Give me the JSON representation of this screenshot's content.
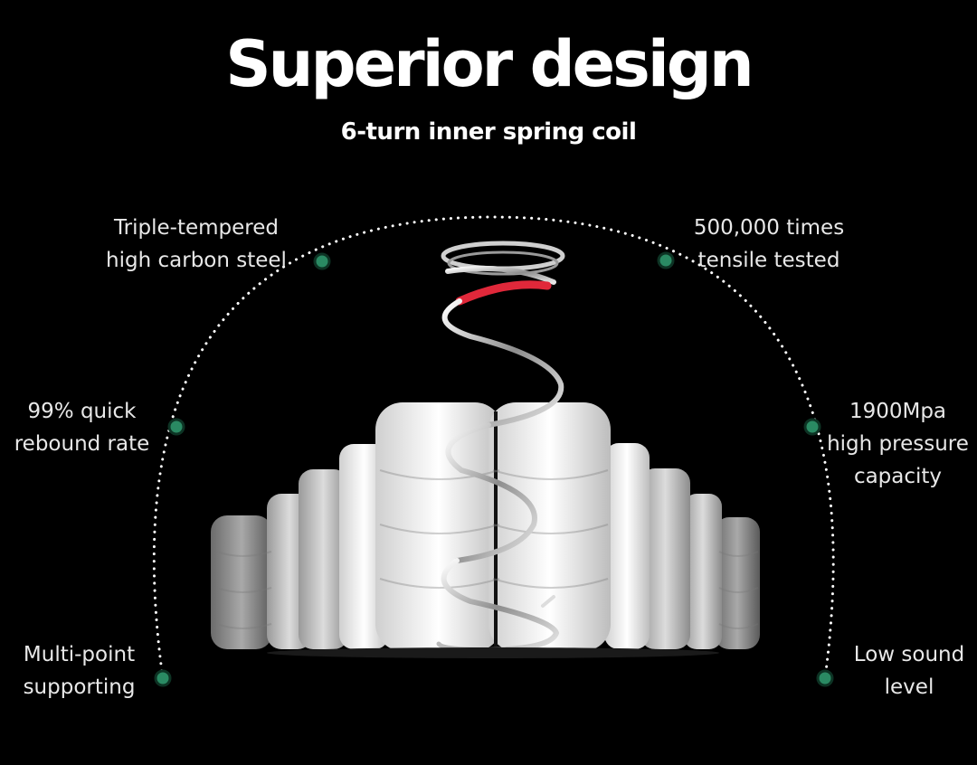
{
  "header": {
    "title": "Superior design",
    "subtitle": "6-turn inner spring coil"
  },
  "features": {
    "top_left": {
      "line1": "Triple-tempered",
      "line2": "high carbon steel"
    },
    "top_right": {
      "line1": "500,000 times",
      "line2": "tensile tested"
    },
    "mid_left": {
      "line1": "99% quick",
      "line2": "rebound rate"
    },
    "mid_right": {
      "line1": "1900Mpa",
      "line2": "high pressure",
      "line3": "capacity"
    },
    "bottom_left": {
      "line1": "Multi-point",
      "line2": "supporting"
    },
    "bottom_right": {
      "line1": "Low sound",
      "line2": "level"
    }
  },
  "colors": {
    "background": "#000000",
    "dot_marker": "#2a8a63",
    "spring_highlight": "#e0283a"
  }
}
